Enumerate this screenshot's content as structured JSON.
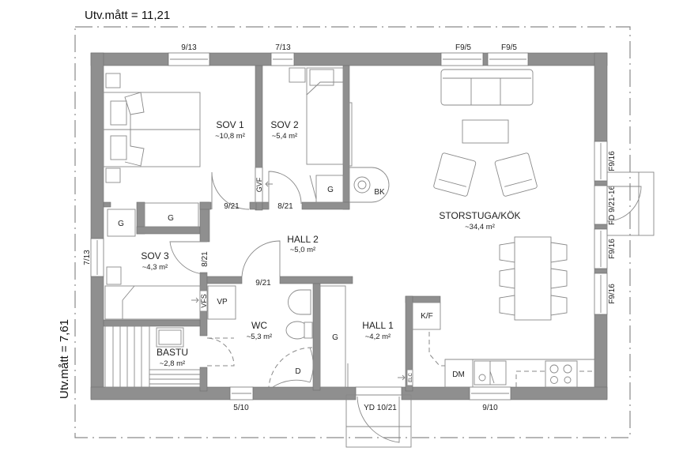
{
  "dimensions": {
    "width_label": "Utv.mått = 11,21",
    "height_label": "Utv.mått = 7,61"
  },
  "rooms": {
    "sov1": {
      "name": "SOV 1",
      "area": "~10,8 m²"
    },
    "sov2": {
      "name": "SOV 2",
      "area": "~5,4 m²"
    },
    "sov3": {
      "name": "SOV 3",
      "area": "~4,3 m²"
    },
    "hall2": {
      "name": "HALL 2",
      "area": "~5,0 m²"
    },
    "hall1": {
      "name": "HALL 1",
      "area": "~4,2 m²"
    },
    "wc": {
      "name": "WC",
      "area": "~5,3 m²"
    },
    "bastu": {
      "name": "BASTU",
      "area": "~2,8 m²"
    },
    "storstuga": {
      "name": "STORSTUGA/KÖK",
      "area": "~34,4 m²"
    }
  },
  "windows": {
    "top_sov1": "9/13",
    "top_sov2": "7/13",
    "top_storstuga_1": "F9/5",
    "top_storstuga_2": "F9/5",
    "left_sov3": "7/13",
    "right_1": "F9/16",
    "right_door": "FD 9/21-16",
    "right_2": "F9/16",
    "right_3": "F9/16",
    "bottom_wc": "5/10",
    "bottom_entry": "YD 10/21",
    "bottom_kitchen": "9/10"
  },
  "doors": {
    "sov1": "9/21",
    "sov2": "8/21",
    "sov3": "8/21",
    "wc": "9/21"
  },
  "fixtures": {
    "wardrobe": "G",
    "gvf": "GVF",
    "vfs": "VFS",
    "vp": "VP",
    "bk": "BK",
    "kf": "K/F",
    "dm": "DM",
    "d": "D",
    "elc": "ELC"
  }
}
